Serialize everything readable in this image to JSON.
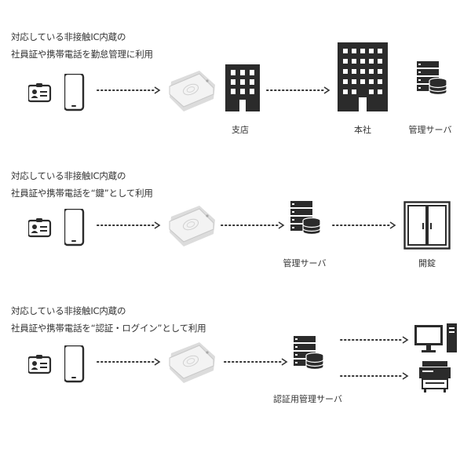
{
  "rows": [
    {
      "caption_line1": "対応している非接触IC内蔵の",
      "caption_line2": "社員証や携帯電話を勤怠管理に利用",
      "labels": {
        "branch": "支店",
        "headquarters": "本社",
        "server": "管理サーバ"
      }
    },
    {
      "caption_line1": "対応している非接触IC内蔵の",
      "caption_line2": "社員証や携帯電話を“鍵”として利用",
      "labels": {
        "server": "管理サーバ",
        "unlock": "開錠"
      }
    },
    {
      "caption_line1": "対応している非接触IC内蔵の",
      "caption_line2": "社員証や携帯電話を“認証・ログイン”として利用",
      "labels": {
        "server": "認証用管理サーバ"
      }
    }
  ],
  "colors": {
    "icon": "#2b2b2b",
    "dots": "#333333",
    "reader_body": "#ececec"
  }
}
